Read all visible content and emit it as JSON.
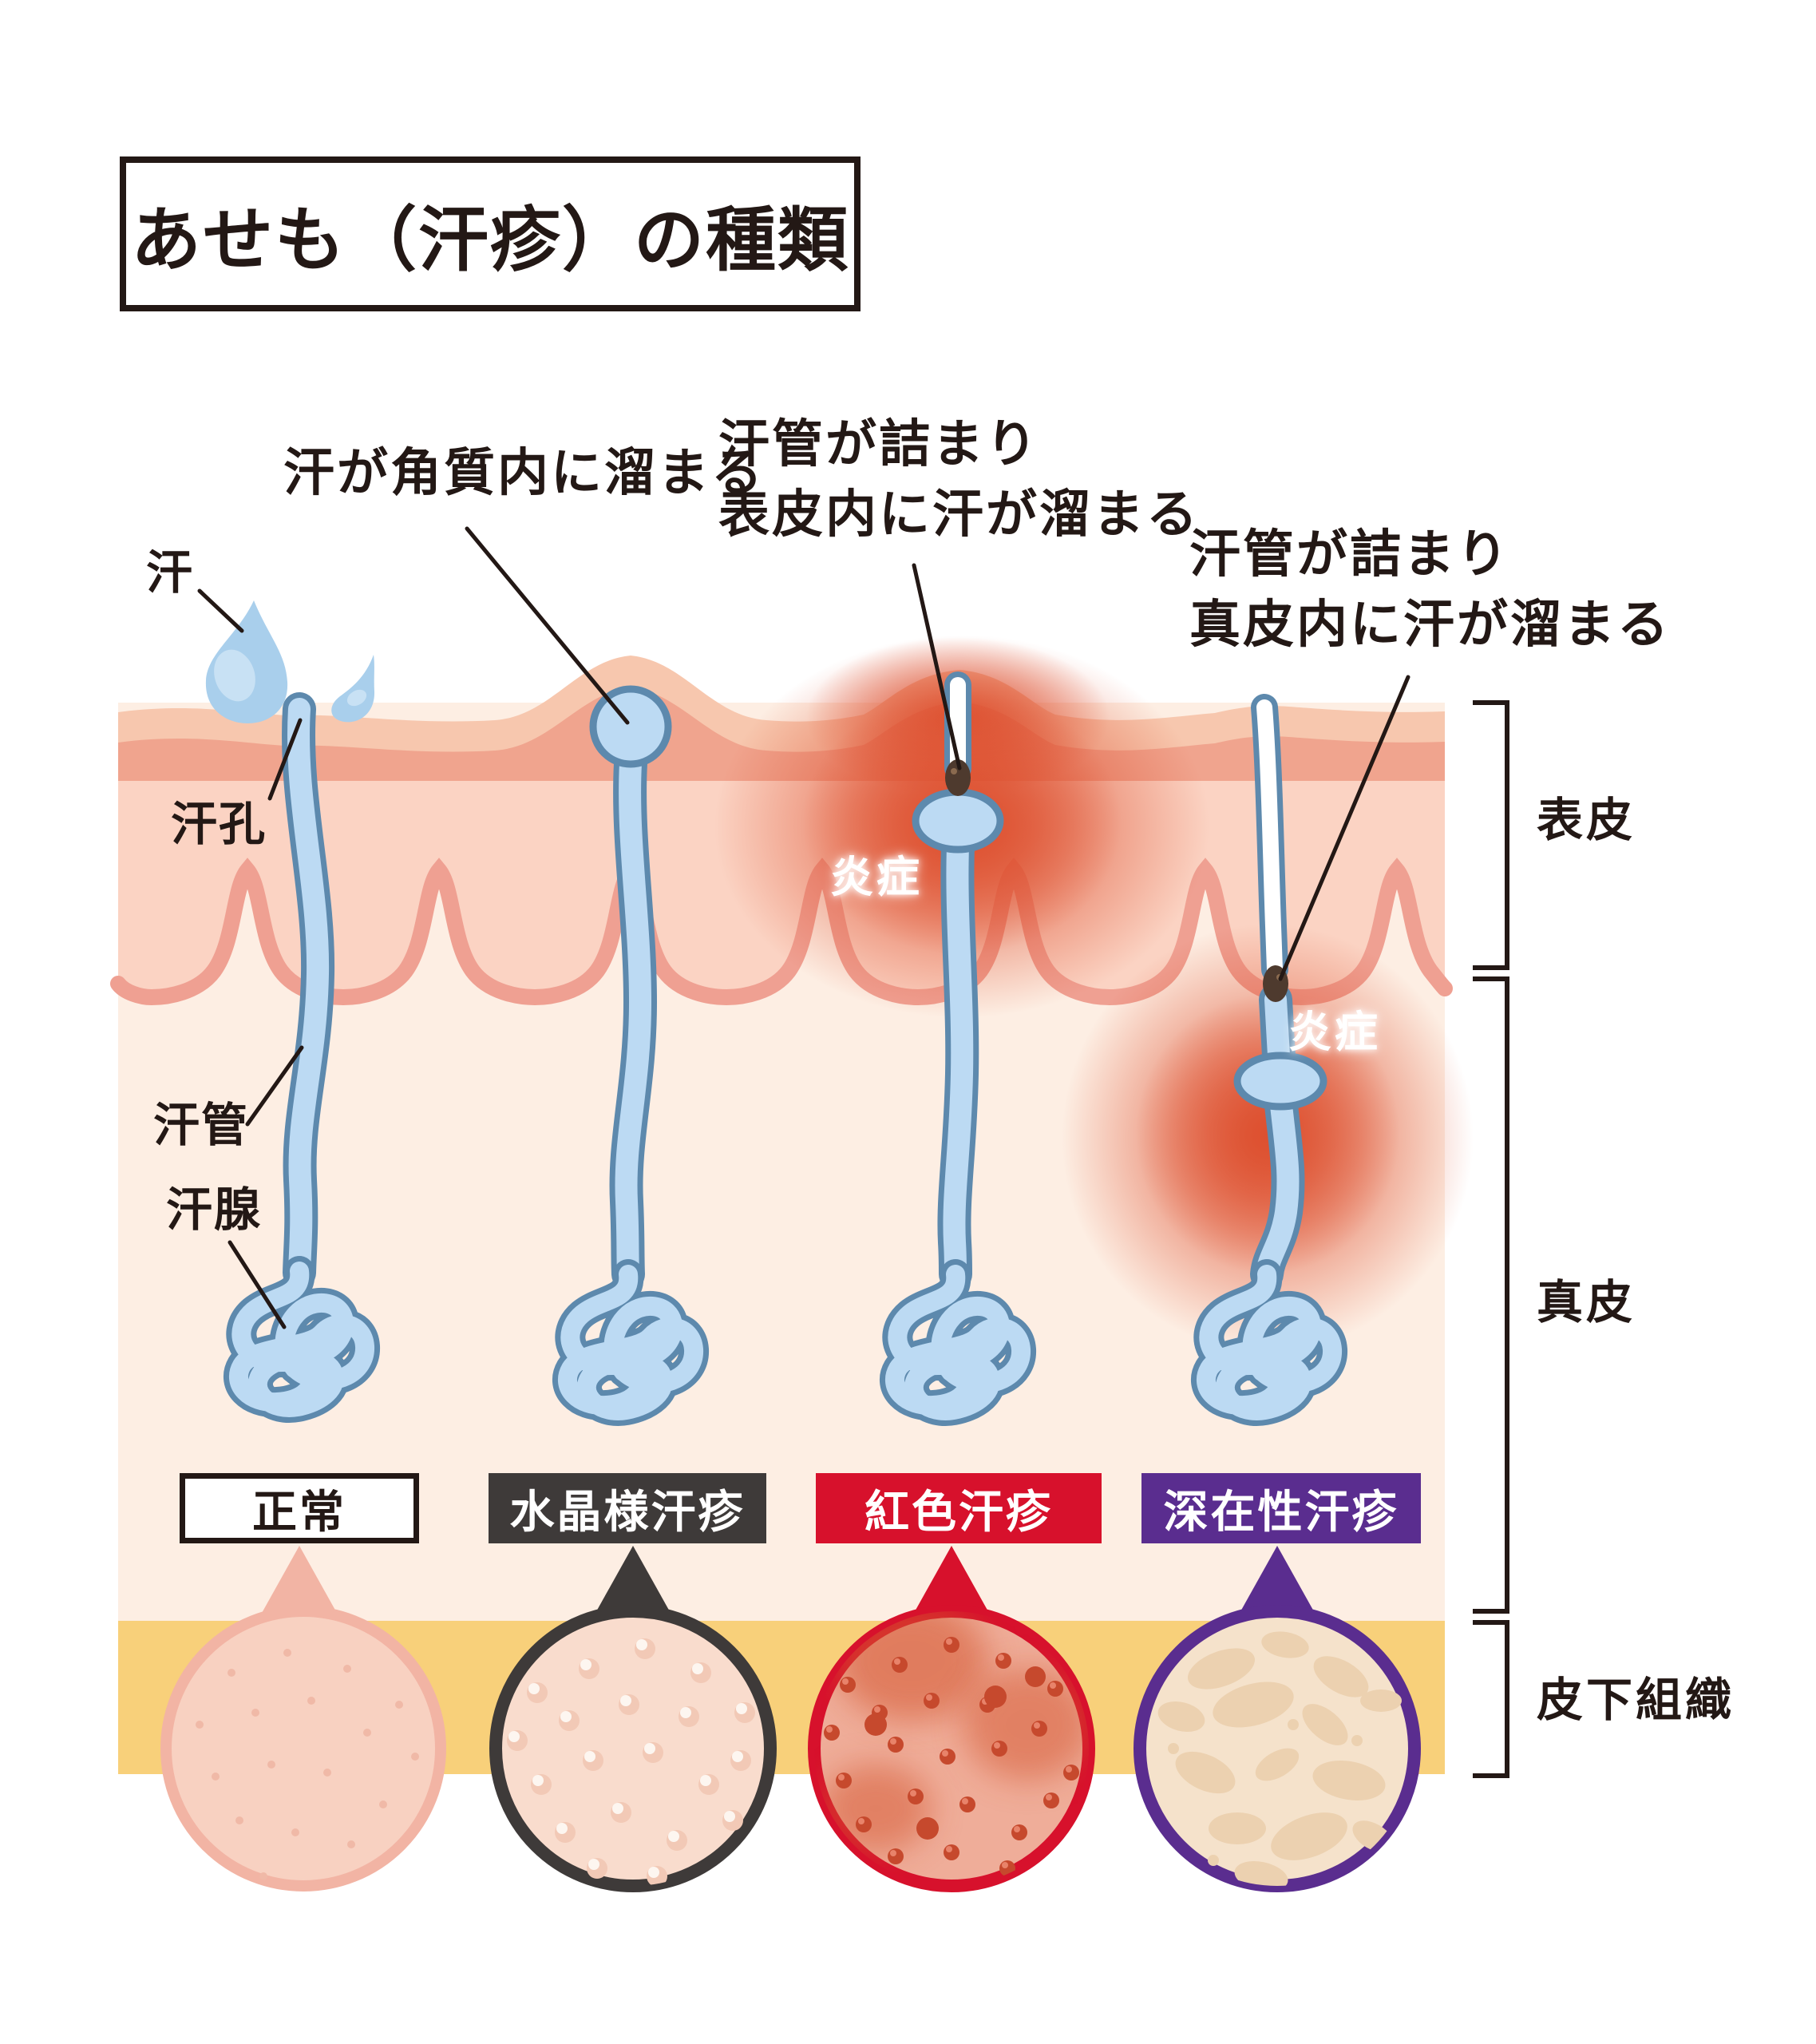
{
  "title": "あせも（汗疹）の種類",
  "anatomy_labels": {
    "sweat": "汗",
    "sweat_pore": "汗孔",
    "sweat_duct": "汗管",
    "sweat_gland": "汗腺"
  },
  "annotations": {
    "crystallina": "汗が角質内に溜まる",
    "rubra": "汗管が詰まり\n表皮内に汗が溜まる",
    "profunda": "汗管が詰まり\n真皮内に汗が溜まる",
    "inflammation_epidermis": "炎症",
    "inflammation_dermis": "炎症"
  },
  "skin_layers": {
    "epidermis": "表皮",
    "dermis": "真皮",
    "subcutaneous_tissue": "皮下組織"
  },
  "types": [
    {
      "label": "正常",
      "accent": "#f2b4a4",
      "box_bg": "#ffffff",
      "box_text": "#231815"
    },
    {
      "label": "水晶様汗疹",
      "accent": "#3e3a39",
      "box_bg": "#3e3a39",
      "box_text": "#ffffff"
    },
    {
      "label": "紅色汗疹",
      "accent": "#d7112c",
      "box_bg": "#d7112c",
      "box_text": "#ffffff"
    },
    {
      "label": "深在性汗疹",
      "accent": "#5a2d8f",
      "box_bg": "#5a2d8f",
      "box_text": "#ffffff"
    }
  ],
  "colors": {
    "text": "#231815",
    "skin_surface": "#f7c7ae",
    "stratum_corneum": "#f0a48e",
    "epidermis": "#fbd3c3",
    "dermis": "#fdeee3",
    "subcutaneous": "#f8d07a",
    "duct_fill": "#bcdaf3",
    "duct_outline": "#5d89ad",
    "inflammation": "#dd4f2e"
  }
}
